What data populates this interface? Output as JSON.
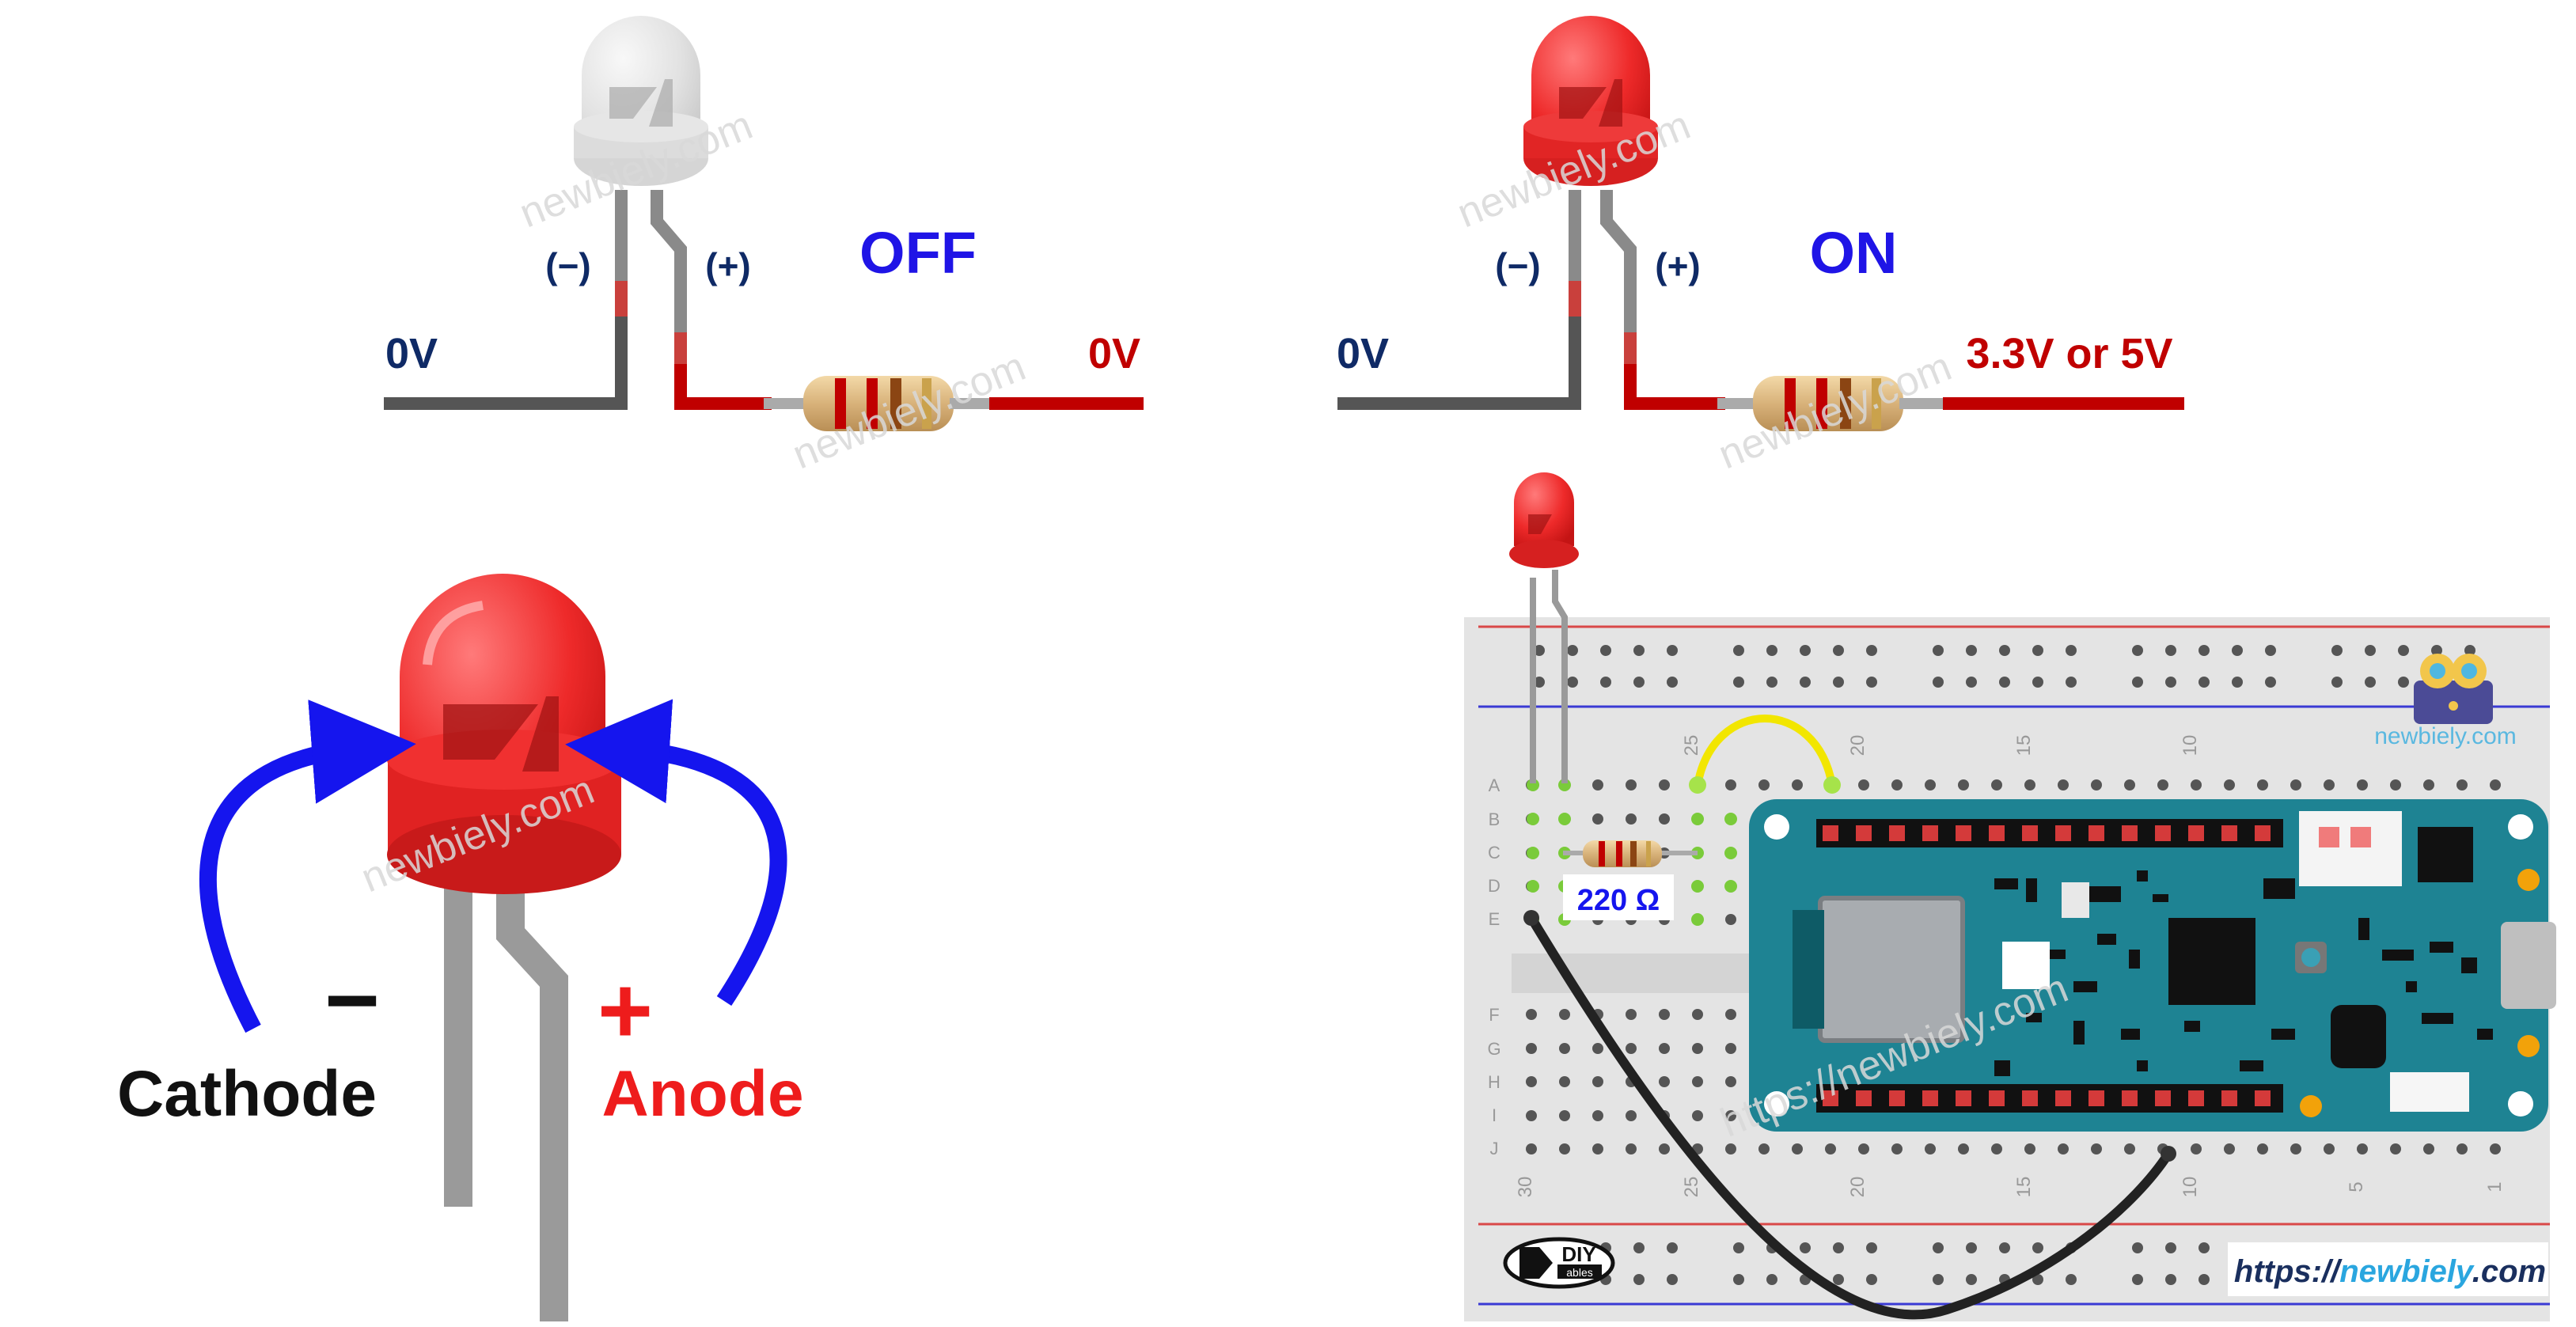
{
  "colors": {
    "wire_red": "#c00000",
    "wire_gray": "#555555",
    "led_red": "#ee2a2a",
    "led_off": "#e2e2e2",
    "state_text": "#1f14e6",
    "volt_dark": "#0f2a66",
    "arrow_blue": "#1515ee",
    "anode_red": "#ee1c1c",
    "board_teal": "#1e8393",
    "breadboard": "#e4e4e4"
  },
  "off_circuit": {
    "cathode_label": "(−)",
    "anode_label": "(+)",
    "state": "OFF",
    "left_voltage": "0V",
    "right_voltage": "0V"
  },
  "on_circuit": {
    "cathode_label": "(−)",
    "anode_label": "(+)",
    "state": "ON",
    "left_voltage": "0V",
    "right_voltage": "3.3V or 5V"
  },
  "led_pinout": {
    "minus_sign": "−",
    "plus_sign": "+",
    "cathode_label": "Cathode",
    "anode_label": "Anode"
  },
  "wiring": {
    "resistor_value": "220 Ω",
    "row_letters_top": [
      "A",
      "B",
      "C",
      "D",
      "E"
    ],
    "row_letters_bottom": [
      "F",
      "G",
      "H",
      "I",
      "J"
    ],
    "column_numbers": [
      "30",
      "25",
      "20",
      "15",
      "10",
      "5",
      "1"
    ],
    "diy_logo_text": "DIY",
    "diy_logo_sub": "ables",
    "watermark_logo": "newbiely.com",
    "url_prefix": "https://",
    "url_domain": "newbiely",
    "url_suffix": ".com"
  },
  "watermarks": [
    "newbiely.com",
    "newbiely.com",
    "newbiely.com",
    "newbiely.com",
    "newbiely.com",
    "https://newbiely.com"
  ]
}
